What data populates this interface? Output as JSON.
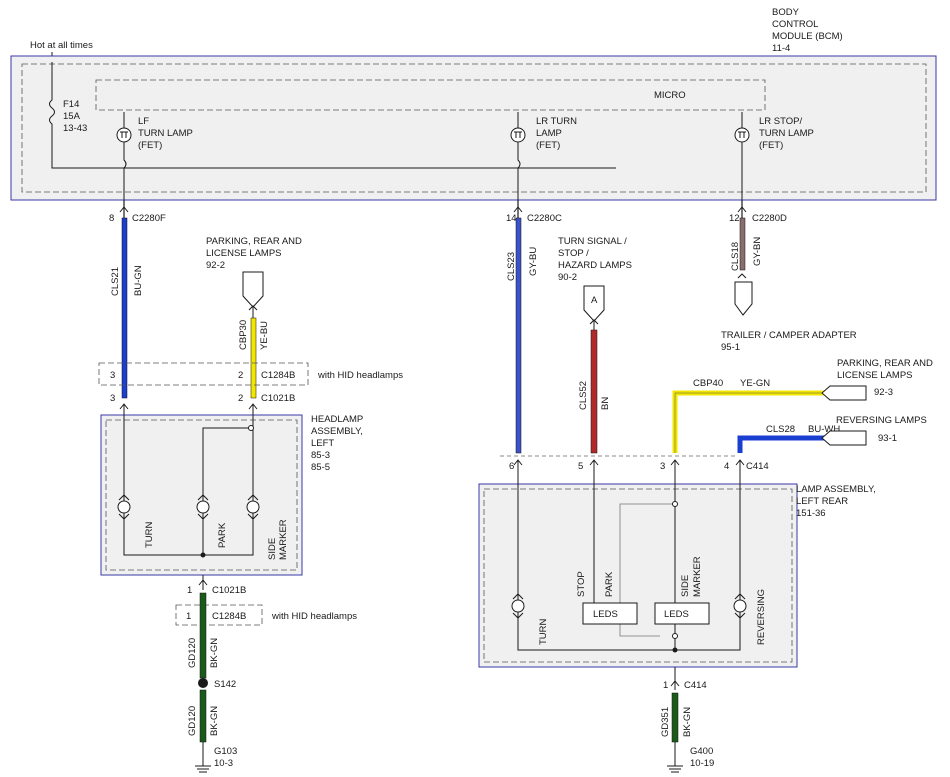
{
  "bcm": {
    "title1": "BODY",
    "title2": "CONTROL",
    "title3": "MODULE (BCM)",
    "ref": "11-4"
  },
  "hot": "Hot at all times",
  "fuse": {
    "name": "F14",
    "rating": "15A",
    "ref": "13-43"
  },
  "micro": "MICRO",
  "fets": {
    "lf": [
      "LF",
      "TURN LAMP",
      "(FET)"
    ],
    "lr": [
      "LR TURN",
      "LAMP",
      "(FET)"
    ],
    "lrstop": [
      "LR STOP/",
      "TURN LAMP",
      "(FET)"
    ]
  },
  "pins": {
    "c2280f": {
      "pin": "8",
      "name": "C2280F"
    },
    "c2280c": {
      "pin": "14",
      "name": "C2280C"
    },
    "c2280d": {
      "pin": "12",
      "name": "C2280D"
    },
    "c1284b_a": {
      "pin1": "3",
      "pin2": "2",
      "name": "C1284B",
      "note": "with HID headlamps"
    },
    "c1021b_a": {
      "pin1": "3",
      "pin2": "2",
      "name": "C1021B"
    },
    "c1021b_b": {
      "pin": "1",
      "name": "C1021B"
    },
    "c1284b_b": {
      "pin": "1",
      "name": "C1284B",
      "note": "with HID headlamps"
    },
    "c414a": {
      "p6": "6",
      "p5": "5",
      "p3": "3",
      "p4": "4",
      "name": "C414"
    },
    "c414b": {
      "pin": "1",
      "name": "C414"
    }
  },
  "wires": {
    "cls21": {
      "circuit": "CLS21",
      "color": "BU-GN",
      "hex": "#1a3fd0"
    },
    "cbp30": {
      "circuit": "CBP30",
      "color": "YE-BU",
      "hex": "#f2e600"
    },
    "cls23": {
      "circuit": "CLS23",
      "color": "GY-BU",
      "hex": "#3d52c8"
    },
    "cls52": {
      "circuit": "CLS52",
      "color": "BN",
      "hex": "#b02a2a"
    },
    "cls18": {
      "circuit": "CLS18",
      "color": "GY-BN",
      "hex": "#8a6e6e"
    },
    "cbp40": {
      "circuit": "CBP40",
      "color": "YE-GN",
      "hex": "#f2e600"
    },
    "cls28": {
      "circuit": "CLS28",
      "color": "BU-WH",
      "hex": "#1a3fd0"
    },
    "gd120a": {
      "circuit": "GD120",
      "color": "BK-GN",
      "hex": "#1c5a1c"
    },
    "gd120b": {
      "circuit": "GD120",
      "color": "BK-GN",
      "hex": "#1c5a1c"
    },
    "gd351": {
      "circuit": "GD351",
      "color": "BK-GN",
      "hex": "#1c5a1c"
    }
  },
  "parking1": [
    "PARKING, REAR AND",
    "LICENSE LAMPS",
    "92-2"
  ],
  "turnsig": [
    "TURN SIGNAL /",
    "STOP /",
    "HAZARD LAMPS",
    "90-2"
  ],
  "turnsig_conn": "A",
  "trailer": [
    "TRAILER / CAMPER ADAPTER",
    "95-1"
  ],
  "parking2": [
    "PARKING, REAR AND",
    "LICENSE LAMPS",
    "92-3"
  ],
  "reversing": [
    "REVERSING LAMPS",
    "93-1"
  ],
  "headlamp": [
    "HEADLAMP",
    "ASSEMBLY,",
    "LEFT",
    "85-3",
    "85-5"
  ],
  "lamp_rear": [
    "LAMP ASSEMBLY,",
    "LEFT REAR",
    "151-36"
  ],
  "bulbs_front": {
    "turn": "TURN",
    "park": "PARK",
    "side1": "SIDE",
    "side2": "MARKER"
  },
  "bulbs_rear": {
    "turn": "TURN",
    "stop": "STOP",
    "park": "PARK",
    "side1": "SIDE",
    "side2": "MARKER",
    "reversing": "REVERSING",
    "leds1": "LEDS",
    "leds2": "LEDS"
  },
  "splice": "S142",
  "g103": [
    "G103",
    "10-3"
  ],
  "g400": [
    "G400",
    "10-19"
  ]
}
